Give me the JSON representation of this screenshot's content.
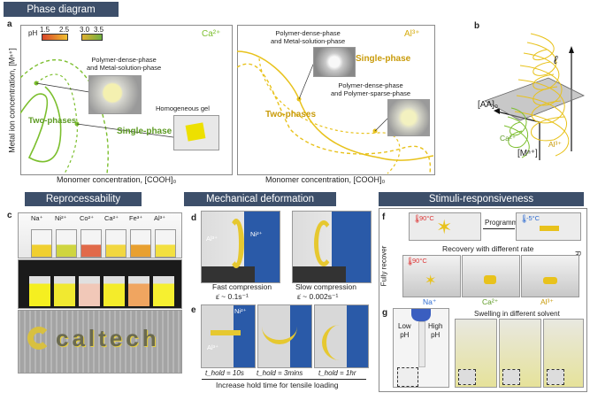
{
  "headers": {
    "phase": "Phase diagram",
    "repro": "Reprocessability",
    "mech": "Mechanical deformation",
    "stimuli": "Stimuli-responsiveness"
  },
  "panels": {
    "a": "a",
    "b": "b",
    "c": "c",
    "d": "d",
    "e": "e",
    "f": "f",
    "g": "g"
  },
  "panel_a": {
    "ylabel": "Metal ion concentration, [Mⁿ⁺]",
    "xlabel": "Monomer concentration, [COOH]₀",
    "left_ion": "Ca²⁺",
    "right_ion": "Al³⁺",
    "ph_label": "pH",
    "ph_ticks": [
      "1.5",
      "2.5",
      "3.0",
      "3.5"
    ],
    "left_dense": "Polymer-dense-phase\nand Metal-solution-phase",
    "left_two": "Two-phases",
    "left_single": "Single-phase",
    "left_gel": "Homogeneous gel",
    "right_dense": "Polymer-dense-phase\nand Metal-solution-phase",
    "right_single": "Single-phase",
    "right_two": "Two-phases",
    "right_sparse": "Polymer-dense-phase\nand Polymer-sparse-phase"
  },
  "panel_b": {
    "ell": "ℓ",
    "aa": "[AA]₀",
    "mn": "[Mⁿ⁺]",
    "ca": "Ca²⁺",
    "al": "Al³⁺"
  },
  "panel_c": {
    "ions": [
      "Na⁺",
      "Ni²⁺",
      "Co²⁺",
      "Ca²⁺",
      "Fe³⁺",
      "Al³⁺"
    ],
    "word": "caltech"
  },
  "panel_d": {
    "al": "Al³⁺",
    "ni": "Ni²⁺",
    "fast": "Fast compression",
    "fast_rate": "ε̇ ~ 0.1s⁻¹",
    "slow": "Slow compression",
    "slow_rate": "ε̇ ~ 0.002s⁻¹"
  },
  "panel_e": {
    "ni": "Ni²⁺",
    "al": "Al³⁺",
    "t1": "t_hold = 10s",
    "t2": "t_hold = 3mins",
    "t3": "t_hold = 1hr",
    "caption": "Increase hold time for tensile loading"
  },
  "panel_f": {
    "temp_hot": "90°C",
    "temp_cold": "-5°C",
    "programming": "Programming",
    "fully": "Fully recover",
    "recovery": "Recovery",
    "rate": "Recovery with different rate",
    "ions": [
      "Na⁺",
      "Ca²⁺",
      "Al³⁺"
    ]
  },
  "panel_g": {
    "low": "Low\npH",
    "high": "High\npH",
    "swelling": "Swelling in different solvent"
  },
  "colors": {
    "ca": "#7cbf2e",
    "al": "#e8c21c",
    "header": "#3d4f6a",
    "na": "#2d6bd1"
  }
}
